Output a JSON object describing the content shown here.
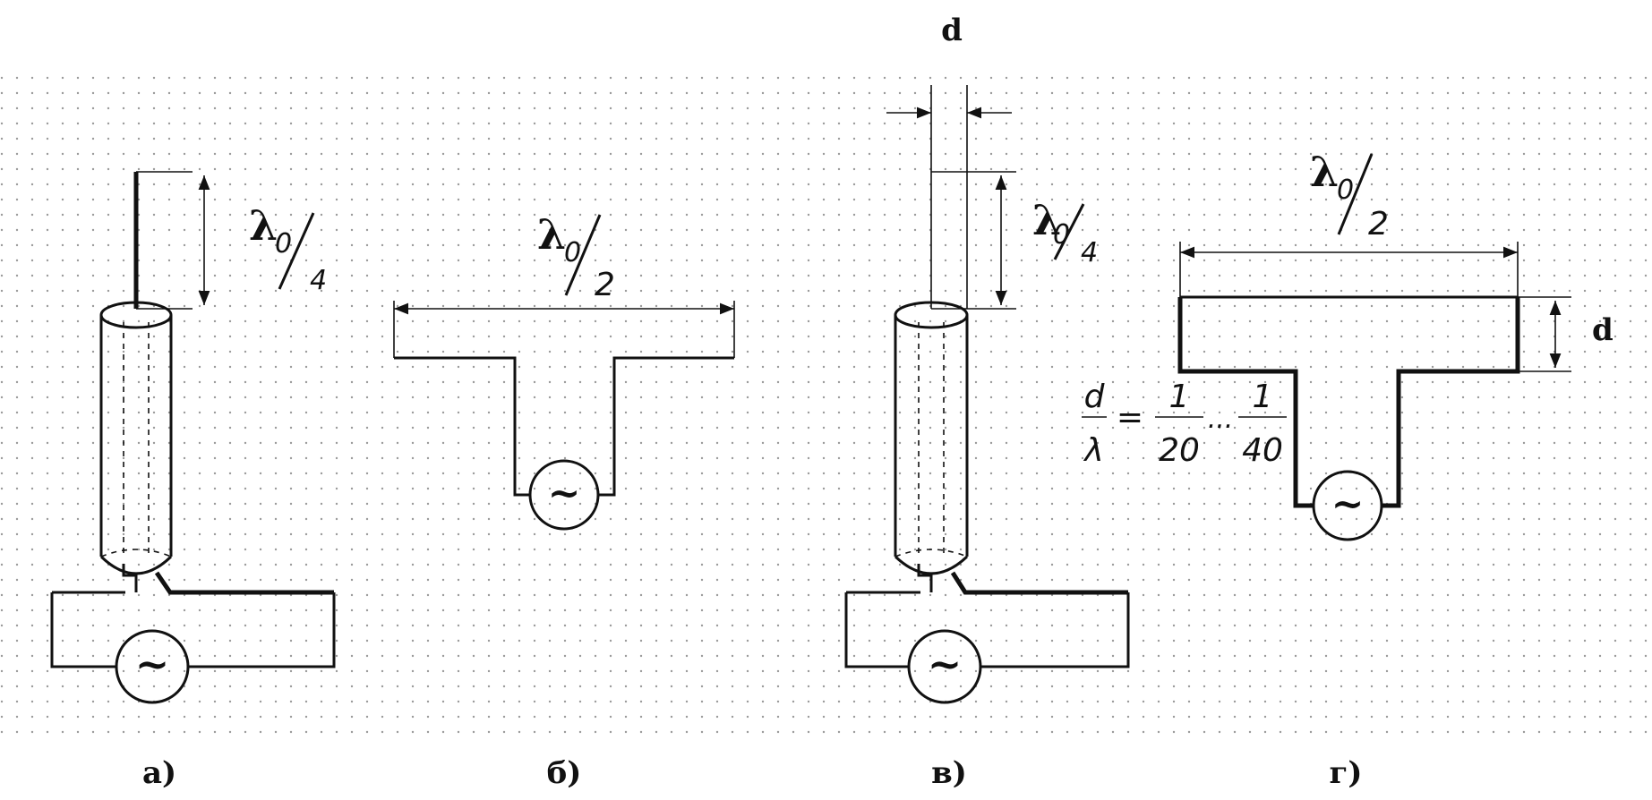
{
  "labels": {
    "a": "а)",
    "b": "б)",
    "v": "в)",
    "g": "г)"
  },
  "dimensions": {
    "lambda": "λ",
    "sub0": "0",
    "quarter": "4",
    "half": "2",
    "d_top": "d",
    "d_right": "d"
  },
  "formula": {
    "num_left": "d",
    "den_left": "λ",
    "equals": "=",
    "num1": "1",
    "den1": "20",
    "ellipsis": "...",
    "num2": "1",
    "den2": "40"
  },
  "generator_symbol": "~",
  "colors": {
    "ink": "#111111",
    "background": "#ffffff",
    "grid_dot": "#9a9a9a"
  }
}
